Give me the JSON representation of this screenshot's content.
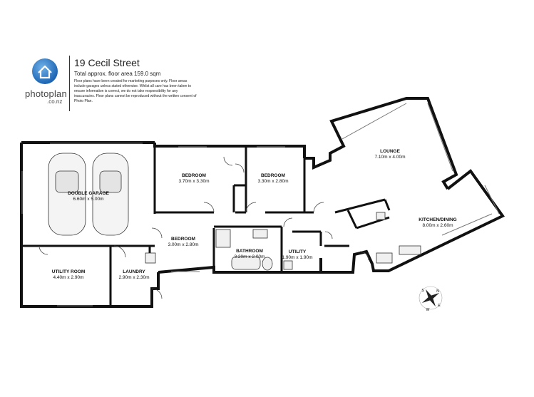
{
  "header": {
    "title": "19 Cecil Street",
    "floor_area": "Total approx. floor area 159.0 sqm",
    "disclaimer": "Floor plans have been created for marketing purposes only. Floor areas include garages unless stated otherwise. Whilst all care has been taken to ensure information is correct, we do not take responsibility for any inaccuracies. Floor plans cannot be reproduced without the written consent of Photo Plan."
  },
  "logo": {
    "word": "photoplan",
    "sub": ".co.nz"
  },
  "rooms": {
    "garage": {
      "name": "DOUBLE GARAGE",
      "dims": "6.60m  x 5.00m"
    },
    "bedroom1": {
      "name": "BEDROOM",
      "dims": "3.70m  x 3.30m"
    },
    "bedroom2": {
      "name": "BEDROOM",
      "dims": "3.30m  x 2.80m"
    },
    "lounge": {
      "name": "LOUNGE",
      "dims": "7.10m  x 4.00m"
    },
    "kitchen": {
      "name": "KITCHEN/DINING",
      "dims": "8.00m  x 2.60m"
    },
    "bedroom3": {
      "name": "BEDROOM",
      "dims": "3.00m  x 2.80m"
    },
    "bathroom": {
      "name": "BATHROOM",
      "dims": "3.20m  x 2.00m"
    },
    "utility_small": {
      "name": "UTILITY",
      "dims": "1.90m  x 1.90m"
    },
    "utility_room": {
      "name": "UTILITY ROOM",
      "dims": "4.40m  x 2.90m"
    },
    "laundry": {
      "name": "LAUNDRY",
      "dims": "2.90m  x 2.30m"
    }
  },
  "compass": {
    "labels": [
      "N",
      "E",
      "S",
      "W"
    ]
  }
}
